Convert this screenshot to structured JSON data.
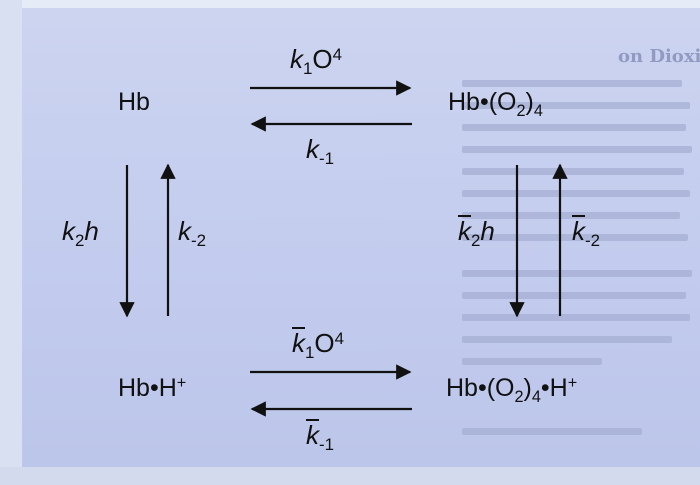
{
  "species": {
    "hb": "Hb",
    "hb_o2_4_main": "Hb•(O",
    "hb_o2_4_sub": "2",
    "hb_o2_4_tail": ")",
    "hb_o2_4_n": "4",
    "hb_h_main": "Hb•H",
    "hb_h_sup": "+",
    "hb_o2_4_h_main": "Hb•(O",
    "hb_o2_4_h_sub": "2",
    "hb_o2_4_h_mid": ")",
    "hb_o2_4_h_n": "4",
    "hb_o2_4_h_tail": "•H",
    "hb_o2_4_h_sup": "+"
  },
  "rates": {
    "k1_top": {
      "k": "k",
      "sub": "1",
      "tail": "O",
      "sup": "4"
    },
    "km1_top": {
      "k": "k",
      "sub": "-1"
    },
    "k2_left": {
      "k": "k",
      "sub": "2",
      "tail": "h"
    },
    "km2_left": {
      "k": "k",
      "sub": "-2"
    },
    "k2bar_right": {
      "k": "k",
      "sub": "2",
      "tail": "h"
    },
    "km2bar_right": {
      "k": "k",
      "sub": "-2"
    },
    "k1bar_bottom": {
      "k": "k",
      "sub": "1",
      "tail": "O",
      "sup": "4"
    },
    "km1bar_bottom": {
      "k": "k",
      "sub": "-1"
    }
  },
  "background_text": {
    "heading": "on Dioxide Transport"
  },
  "colors": {
    "background": "#c3ccee",
    "ink": "#111111"
  }
}
